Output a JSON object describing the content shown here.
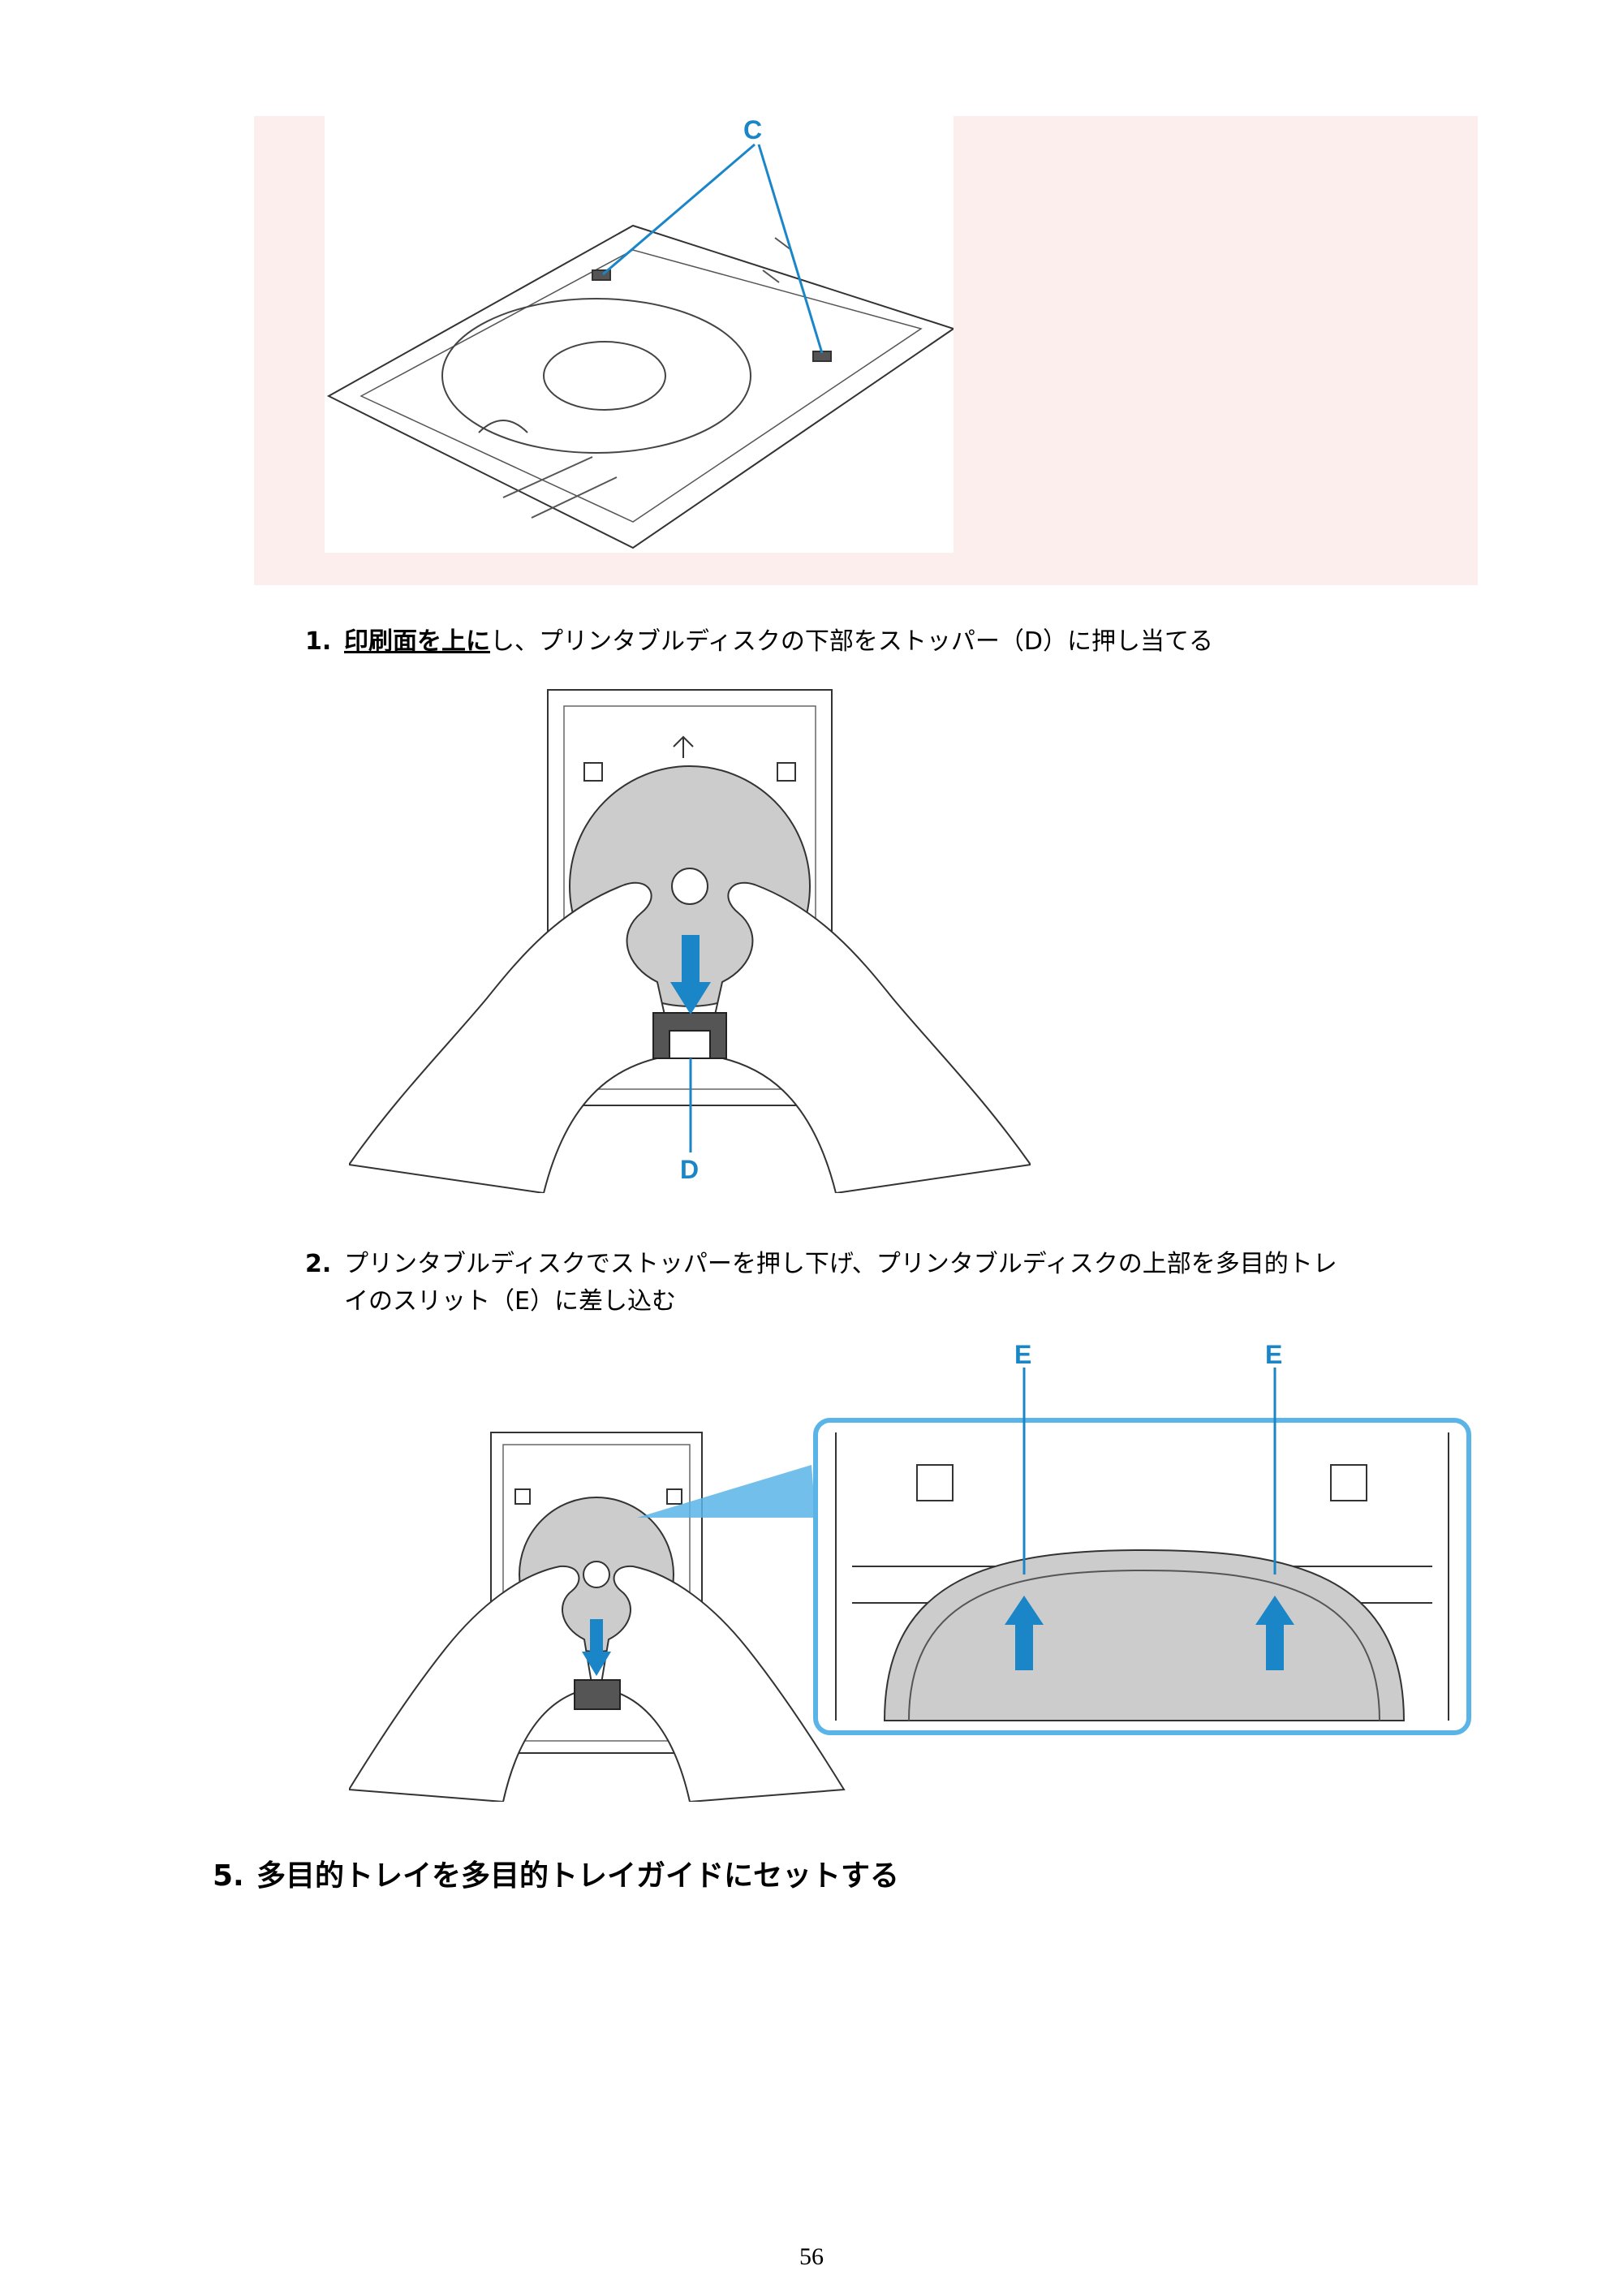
{
  "figure1": {
    "label_c": "C"
  },
  "step1": {
    "number": "1.",
    "emphasis": "印刷面を上に",
    "text": "し、プリンタブルディスクの下部をストッパー（D）に押し当てる"
  },
  "figure2": {
    "label_d": "D"
  },
  "step2": {
    "number": "2.",
    "line1": "プリンタブルディスクでストッパーを押し下げ、プリンタブルディスクの上部を多目的トレ",
    "line2": "イのスリット（E）に差し込む"
  },
  "figure3": {
    "label_e_left": "E",
    "label_e_right": "E"
  },
  "section5": {
    "number": "5.",
    "title": "多目的トレイを多目的トレイガイドにセットする"
  },
  "page_number": "56",
  "colors": {
    "callout_blue": "#1a86c8",
    "highlight_bg": "#fdeeee",
    "disc_gray": "#cccccc"
  }
}
